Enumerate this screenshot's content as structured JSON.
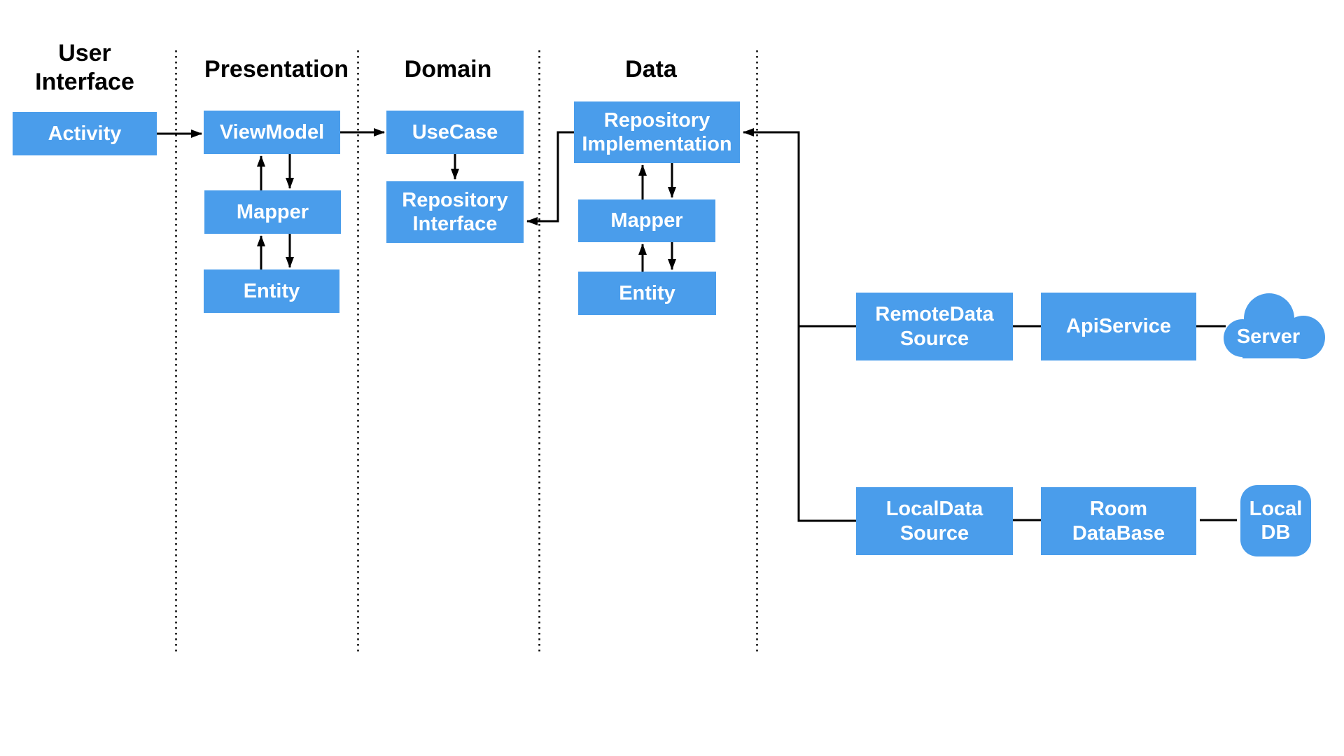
{
  "diagram": {
    "type": "clean-architecture-layer-diagram",
    "colors": {
      "node_fill": "#4A9DEB",
      "node_text": "#FFFFFF",
      "header_text": "#000000",
      "line": "#000000",
      "background": "#FFFFFF"
    },
    "headers": {
      "user_interface": "User\nInterface",
      "presentation": "Presentation",
      "domain": "Domain",
      "data": "Data"
    },
    "nodes": {
      "activity": "Activity",
      "viewmodel": "ViewModel",
      "presentation_mapper": "Mapper",
      "presentation_entity": "Entity",
      "usecase": "UseCase",
      "repository_interface": "Repository\nInterface",
      "repository_implementation": "Repository\nImplementation",
      "data_mapper": "Mapper",
      "data_entity": "Entity",
      "remote_data_source": "RemoteData\nSource",
      "api_service": "ApiService",
      "server": "Server",
      "local_data_source": "LocalData\nSource",
      "room_database": "Room\nDataBase",
      "local_db": "Local\nDB"
    },
    "edges": [
      {
        "from": "Activity",
        "to": "ViewModel",
        "style": "arrow"
      },
      {
        "from": "ViewModel",
        "to": "UseCase",
        "style": "arrow"
      },
      {
        "from": "UseCase",
        "to": "Repository Interface",
        "style": "arrow"
      },
      {
        "from": "ViewModel",
        "to": "Mapper (Presentation)",
        "style": "bidirectional-arrows"
      },
      {
        "from": "Mapper (Presentation)",
        "to": "Entity (Presentation)",
        "style": "bidirectional-arrows"
      },
      {
        "from": "Repository Implementation",
        "to": "Repository Interface",
        "style": "arrow"
      },
      {
        "from": "Repository Implementation",
        "to": "Mapper (Data)",
        "style": "bidirectional-arrows"
      },
      {
        "from": "Mapper (Data)",
        "to": "Entity (Data)",
        "style": "bidirectional-arrows"
      },
      {
        "from": "RemoteData Source / LocalData Source junction",
        "to": "Repository Implementation",
        "style": "arrow"
      },
      {
        "from": "RemoteData Source",
        "to": "ApiService",
        "style": "line"
      },
      {
        "from": "ApiService",
        "to": "Server",
        "style": "line"
      },
      {
        "from": "LocalData Source",
        "to": "Room DataBase",
        "style": "line"
      },
      {
        "from": "Room DataBase",
        "to": "Local DB",
        "style": "line"
      }
    ]
  }
}
